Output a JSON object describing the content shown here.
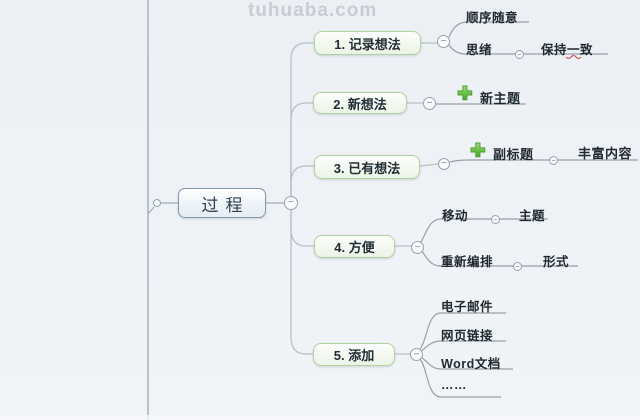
{
  "watermark": "tuhuaba.com",
  "root": {
    "label": "过程"
  },
  "branches": [
    {
      "label": "1. 记录想法",
      "children": [
        {
          "label": "顺序随意"
        },
        {
          "label": "思绪",
          "children": [
            {
              "label": "保持一致"
            }
          ]
        }
      ]
    },
    {
      "label": "2. 新想法",
      "children": [
        {
          "label": "新主题",
          "marker": "plus-icon"
        }
      ]
    },
    {
      "label": "3. 已有想法",
      "children": [
        {
          "label": "副标题",
          "marker": "plus-icon",
          "children": [
            {
              "label": "丰富内容"
            }
          ]
        }
      ]
    },
    {
      "label": "4. 方便",
      "children": [
        {
          "label": "移动",
          "children": [
            {
              "label": "主题"
            }
          ]
        },
        {
          "label": "重新编排",
          "children": [
            {
              "label": "形式"
            }
          ]
        }
      ]
    },
    {
      "label": "5. 添加",
      "children": [
        {
          "label": "电子邮件"
        },
        {
          "label": "网页链接"
        },
        {
          "label": "Word文档"
        },
        {
          "label": "……"
        }
      ]
    }
  ],
  "controls": {
    "collapse_glyph": "−"
  },
  "colors": {
    "root_border": "#8296ac",
    "branch_border": "#aed39e",
    "plus_icon_green": "#5cb342",
    "connector_gray": "#98a0a7",
    "trunk_blue_gray": "#b3c0cb",
    "squiggle_red": "#cb4747",
    "watermark_gray": "#c9cdd3"
  }
}
